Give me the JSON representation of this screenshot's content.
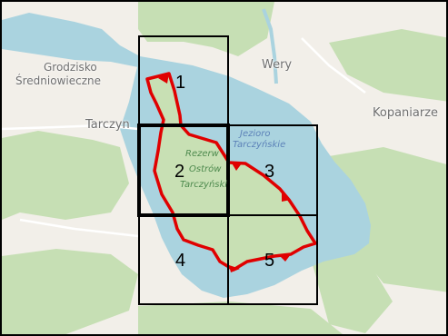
{
  "map": {
    "places": {
      "grodzisko_line1": "Grodzisko",
      "grodzisko_line2": "Średniowieczne",
      "wery": "Wery",
      "tarczyn": "Tarczyn",
      "kopaniarze": "Kopaniarze"
    },
    "lake_label": [
      "Jezioro",
      "Tarczyńskie"
    ],
    "reserve_label": [
      "Rezerw",
      "Ostrów",
      "Tarczyński"
    ],
    "tiles": [
      {
        "id": "1",
        "label": "1"
      },
      {
        "id": "2",
        "label": "2",
        "selected": true
      },
      {
        "id": "3",
        "label": "3"
      },
      {
        "id": "4",
        "label": "4"
      },
      {
        "id": "5",
        "label": "5"
      }
    ],
    "colors": {
      "land": "#f2efe9",
      "water": "#aad3df",
      "forest": "#add19e",
      "reserve": "#c8e0b4",
      "boundary": "#e00000",
      "grid": "#000000"
    }
  }
}
